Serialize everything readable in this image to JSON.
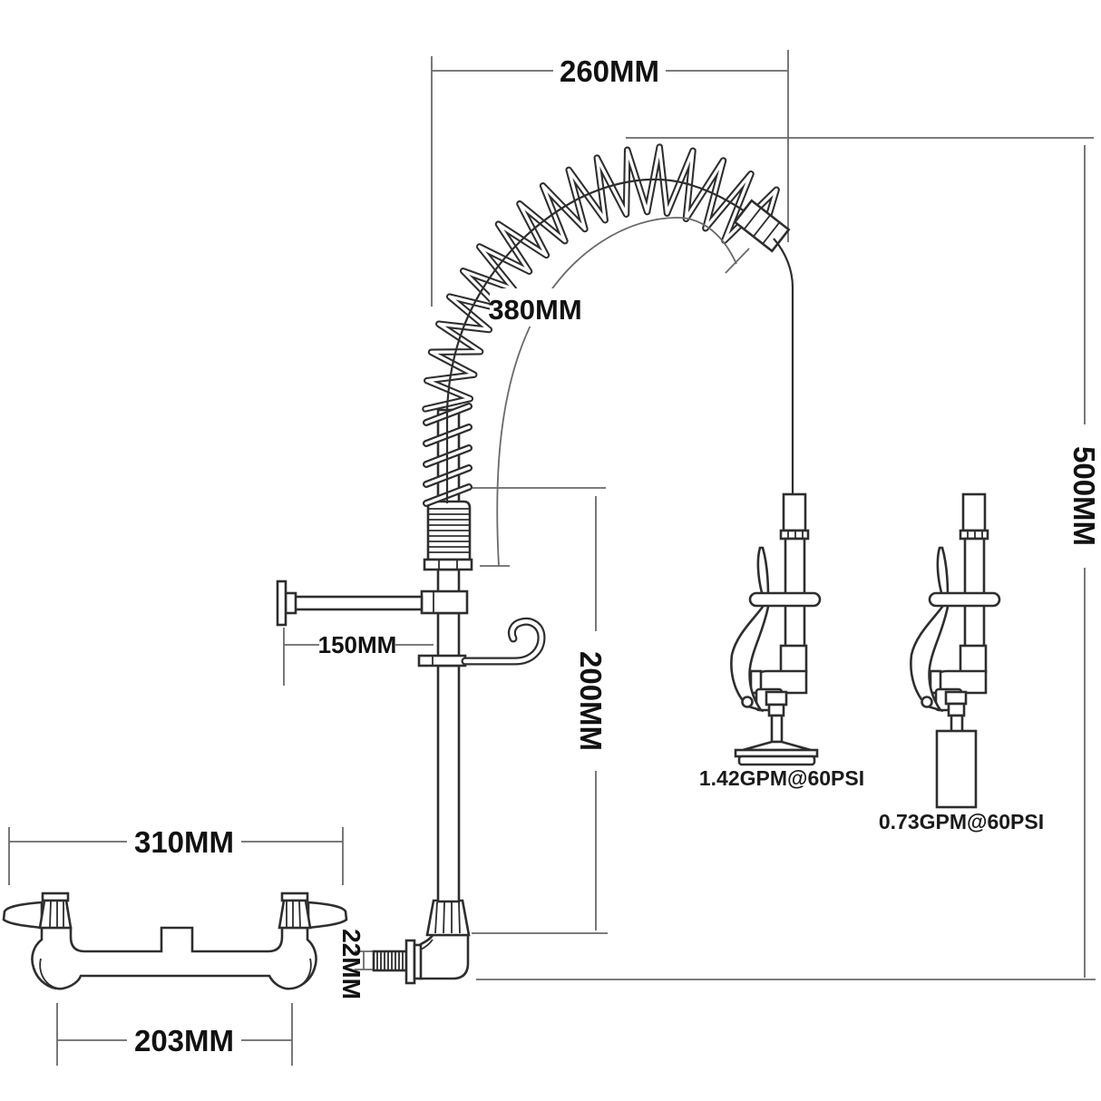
{
  "labels": {
    "dim260": "260MM",
    "dim380": "380MM",
    "dim500": "500MM",
    "dim200": "200MM",
    "dim150": "150MM",
    "dim310": "310MM",
    "dim203": "203MM",
    "dim22": "22MM",
    "flow_spray_face": "1.42GPM@60PSI",
    "flow_nozzle": "0.73GPM@60PSI"
  },
  "colors": {
    "background": "#ffffff",
    "drawing_line": "#2e2e2e",
    "dimension_line": "#6a6a6a",
    "text": "#111111"
  }
}
